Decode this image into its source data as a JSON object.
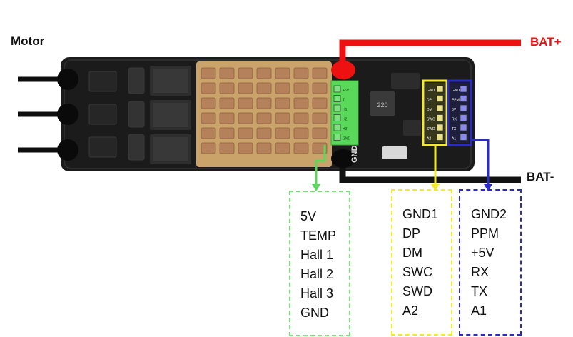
{
  "labels": {
    "motor": "Motor",
    "bat_plus": "BAT+",
    "bat_minus": "BAT-",
    "gnd_board": "GND"
  },
  "hall_header": {
    "color": "#5ad85a",
    "pins": [
      "5V",
      "TEMP",
      "Hall 1",
      "Hall 2",
      "Hall 3",
      "GND"
    ],
    "silk": [
      "+5V",
      "T",
      "H1",
      "H2",
      "H3",
      "GND"
    ]
  },
  "debug_header": {
    "color": "#f2ea2a",
    "pins": [
      "GND1",
      "DP",
      "DM",
      "SWC",
      "SWD",
      "A2"
    ],
    "silk": [
      "GND",
      "DP",
      "DM",
      "SWC",
      "SWD",
      "A2"
    ]
  },
  "uart_header": {
    "color": "#2a2ac8",
    "pins": [
      "GND2",
      "PPM",
      "+5V",
      "RX",
      "TX",
      "A1"
    ],
    "silk": [
      "GND",
      "PPM",
      "5V",
      "RX",
      "TX",
      "A1"
    ]
  },
  "colors": {
    "bat_plus_wire": "#ee1111",
    "bat_minus_wire": "#111111",
    "pcb": "#1b1b1b",
    "copper": "#c9a36a",
    "capacitor": "#b5815a"
  },
  "inductor_text": "220"
}
